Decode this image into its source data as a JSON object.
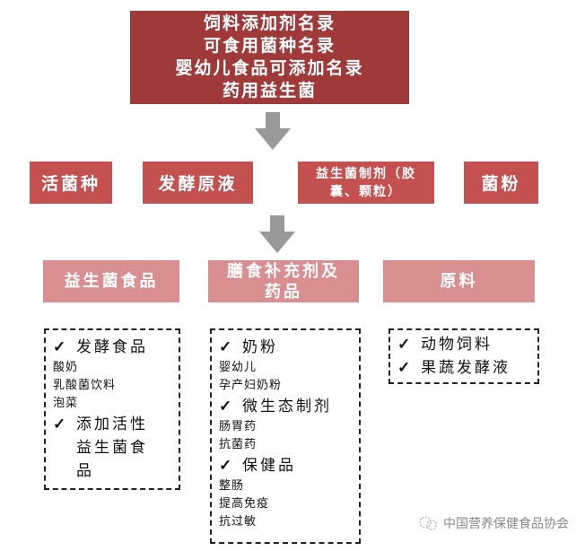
{
  "top_box": {
    "lines": [
      "饲料添加剂名录",
      "可食用菌种名录",
      "婴幼儿食品可添加名录",
      "药用益生菌"
    ]
  },
  "row1": [
    {
      "label": "活菌种"
    },
    {
      "label": "发酵原液"
    },
    {
      "label_lines": [
        "益生菌制剂（胶",
        "囊、颗粒）"
      ]
    },
    {
      "label": "菌粉"
    }
  ],
  "row2": [
    {
      "label": "益生菌食品"
    },
    {
      "label_lines": [
        "膳食补充剂及",
        "药品"
      ]
    },
    {
      "label": "原料"
    }
  ],
  "lists": {
    "probiotic_food": [
      {
        "type": "check",
        "text": "发酵食品"
      },
      {
        "type": "sub",
        "text": "酸奶"
      },
      {
        "type": "sub",
        "text": "乳酸菌饮料"
      },
      {
        "type": "sub",
        "text": "泡菜"
      },
      {
        "type": "check",
        "text_lines": [
          "添加活性",
          "益生菌食",
          "品"
        ]
      }
    ],
    "supplements": [
      {
        "type": "check",
        "text": "奶粉"
      },
      {
        "type": "sub",
        "text": "婴幼儿"
      },
      {
        "type": "sub",
        "text": "孕产妇奶粉"
      },
      {
        "type": "check",
        "text": "微生态制剂"
      },
      {
        "type": "sub",
        "text": "肠胃药"
      },
      {
        "type": "sub",
        "text": "抗菌药"
      },
      {
        "type": "check",
        "text": "保健品"
      },
      {
        "type": "sub",
        "text": "整肠"
      },
      {
        "type": "sub",
        "text": "提高免疫"
      },
      {
        "type": "sub",
        "text": "抗过敏"
      }
    ],
    "raw_materials": [
      {
        "type": "check",
        "text": "动物饲料"
      },
      {
        "type": "check",
        "text": "果蔬发酵液"
      }
    ]
  },
  "check_glyph": "✓",
  "footer": {
    "logo_icon": "wechat-logo-icon",
    "text": "中国营养保健食品协会"
  },
  "colors": {
    "top_box": "#a03a3a",
    "row1": "#c55050",
    "row2": "#d98f90",
    "arrow": "#999999"
  }
}
